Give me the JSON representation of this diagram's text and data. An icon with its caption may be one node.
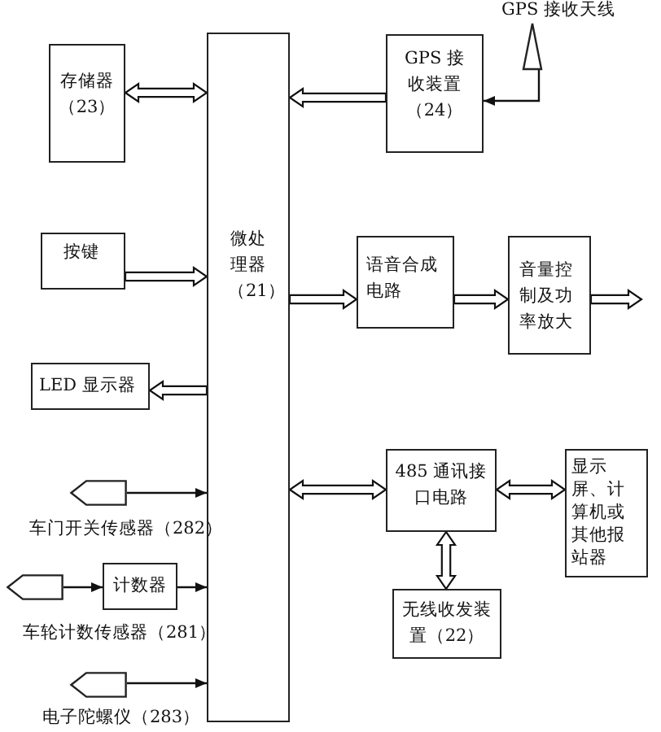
{
  "diagram": {
    "nodes": [
      {
        "text": [
          "存储器（23）"
        ]
      },
      {
        "text": [
          "微处理器（21）"
        ]
      },
      {
        "text": [
          "GPS 接收装置（24）"
        ]
      },
      {
        "text": [
          "GPS 接收天线"
        ]
      },
      {
        "text": [
          "按键"
        ]
      },
      {
        "text": [
          "语音合成电路"
        ]
      },
      {
        "text": [
          "音量控制及功率放大"
        ]
      },
      {
        "text": [
          "LED 显示器"
        ]
      },
      {
        "text": [
          "车门开关传感器（282）"
        ]
      },
      {
        "text": [
          "485 通讯接口电路"
        ]
      },
      {
        "text": [
          "显示屏、计算机或其他报站器"
        ]
      },
      {
        "text": [
          "计数器"
        ]
      },
      {
        "text": [
          "车轮计数传感器（281）"
        ]
      },
      {
        "text": [
          "无线收发装置（22）"
        ]
      },
      {
        "text": [
          "电子陀螺仪（283）"
        ]
      }
    ],
    "edges": [
      {
        "from": 0,
        "to": 1,
        "arrow": "both",
        "style": "thick"
      },
      {
        "from": 2,
        "to": 1,
        "arrow": "to",
        "style": "thick"
      },
      {
        "from": 3,
        "to": 2,
        "arrow": "to"
      },
      {
        "from": 4,
        "to": 1,
        "arrow": "to",
        "style": "thick"
      },
      {
        "from": 1,
        "to": 5,
        "arrow": "to",
        "style": "thick"
      },
      {
        "from": 5,
        "to": 6,
        "arrow": "to",
        "style": "thick"
      },
      {
        "from": 6,
        "to": null,
        "arrow": "to",
        "style": "thick"
      },
      {
        "from": 1,
        "to": 7,
        "arrow": "to",
        "style": "thick"
      },
      {
        "from": 1,
        "to": 9,
        "arrow": "both",
        "style": "thick"
      },
      {
        "from": 9,
        "to": 10,
        "arrow": "both",
        "style": "thick"
      },
      {
        "from": 9,
        "to": 13,
        "arrow": "both",
        "style": "thick"
      },
      {
        "from": 8,
        "to": 1,
        "arrow": "to"
      },
      {
        "from": 12,
        "to": 11,
        "arrow": "to"
      },
      {
        "from": 11,
        "to": 1,
        "arrow": "to"
      },
      {
        "from": 14,
        "to": 1,
        "arrow": "to"
      }
    ]
  }
}
